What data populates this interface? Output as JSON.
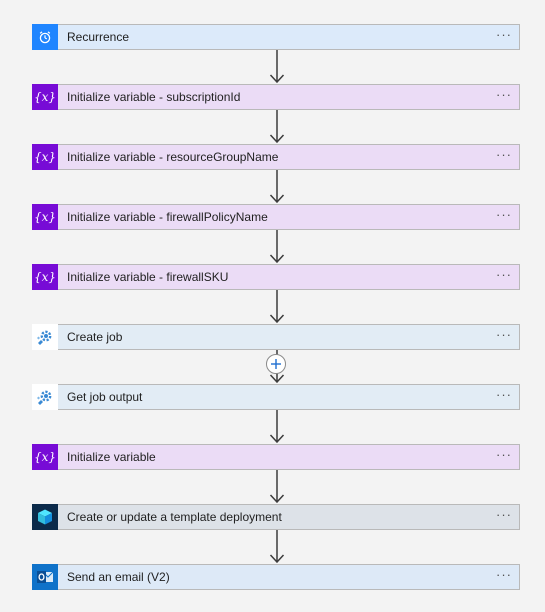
{
  "steps": [
    {
      "type": "recurrence",
      "title": "Recurrence",
      "icon": "alarm-clock-icon"
    },
    {
      "type": "variable",
      "title": "Initialize variable - subscriptionId",
      "icon": "variable-icon",
      "icon_text": "{x}"
    },
    {
      "type": "variable",
      "title": "Initialize variable - resourceGroupName",
      "icon": "variable-icon",
      "icon_text": "{x}"
    },
    {
      "type": "variable",
      "title": "Initialize variable - firewallPolicyName",
      "icon": "variable-icon",
      "icon_text": "{x}"
    },
    {
      "type": "variable",
      "title": "Initialize variable - firewallSKU",
      "icon": "variable-icon",
      "icon_text": "{x}"
    },
    {
      "type": "automation",
      "title": "Create job",
      "icon": "automation-gear-icon"
    },
    {
      "type": "automation",
      "title": "Get job output",
      "icon": "automation-gear-icon"
    },
    {
      "type": "variable",
      "title": "Initialize variable",
      "icon": "variable-icon",
      "icon_text": "{x}"
    },
    {
      "type": "arm",
      "title": "Create or update a template deployment",
      "icon": "cube-icon"
    },
    {
      "type": "outlook",
      "title": "Send an email (V2)",
      "icon": "outlook-mail-icon"
    }
  ],
  "more_label": "···",
  "colors": {
    "recurrence": "#1f85ff",
    "variable": "#770bd6",
    "automation": "#3a8ad4",
    "arm": "#0b2a4a",
    "outlook": "#0f72c9",
    "connector": "#3b3b3b"
  }
}
